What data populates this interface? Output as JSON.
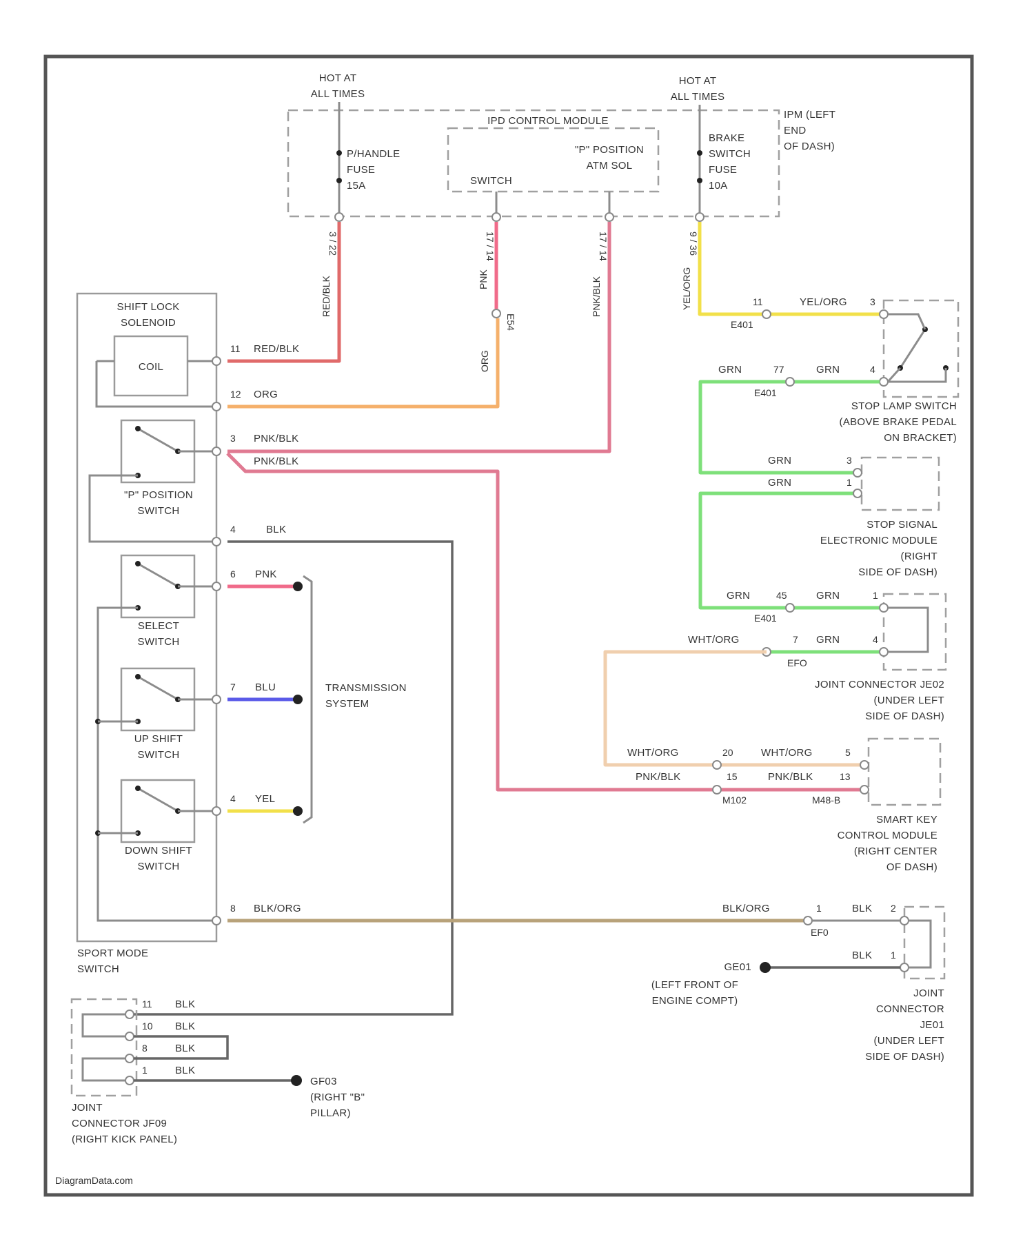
{
  "colors": {
    "red_blk": "#e06a6a",
    "pnk": "#f06b8a",
    "pnk_blk": "#e07a92",
    "org": "#f5b06b",
    "yel_org": "#f2e04a",
    "grn": "#7ee07a",
    "wht_org": "#f0cfae",
    "blu": "#5a5ae8",
    "blk": "#808080",
    "blk_org": "#b8a27a"
  },
  "power": {
    "hot_left": [
      "HOT AT",
      "ALL TIMES"
    ],
    "hot_right": [
      "HOT AT",
      "ALL TIMES"
    ],
    "ipdm_location": [
      "IPM (LEFT",
      "END",
      "OF DASH)"
    ]
  },
  "ipdm": {
    "title": "IPD CONTROL MODULE",
    "fuse_left": [
      "P/HANDLE",
      "FUSE",
      "15A"
    ],
    "switch_label": "SWITCH",
    "p_position_label": [
      "\"P\" POSITION",
      "ATM SOL"
    ],
    "fuse_right": [
      "BRAKE",
      "SWITCH",
      "FUSE",
      "10A"
    ],
    "pin_labels": [
      "3 / 22",
      "17 / 14",
      "17 / 14",
      "9 / 36"
    ],
    "wire_labels": [
      "RED/BLK",
      "PNK",
      "PNK/BLK",
      "YEL/ORG"
    ]
  },
  "shift_lock": {
    "title": [
      "SHIFT LOCK",
      "SOLENOID"
    ],
    "coil_label": "COIL",
    "org_label": "ORG",
    "conn_label": "E54"
  },
  "sport_mode": {
    "label": [
      "SPORT MODE",
      "SWITCH"
    ],
    "switches": [
      [
        "\"P\" POSITION",
        "SWITCH"
      ],
      [
        "SELECT",
        "SWITCH"
      ],
      [
        "UP SHIFT",
        "SWITCH"
      ],
      [
        "DOWN SHIFT",
        "SWITCH"
      ]
    ],
    "pins": [
      {
        "pin": "11",
        "wire": "RED/BLK"
      },
      {
        "pin": "12",
        "wire": "ORG"
      },
      {
        "pin": "3",
        "wire": "PNK/BLK"
      },
      {
        "pin": "",
        "wire": "PNK/BLK"
      },
      {
        "pin": "4",
        "wire": "BLK"
      },
      {
        "pin": "6",
        "wire": "PNK"
      },
      {
        "pin": "7",
        "wire": "BLU"
      },
      {
        "pin": "4",
        "wire": "YEL"
      },
      {
        "pin": "8",
        "wire": "BLK/ORG"
      }
    ]
  },
  "transmission": {
    "label": [
      "TRANSMISSION",
      "SYSTEM"
    ]
  },
  "stop_lamp": {
    "label": [
      "STOP LAMP SWITCH",
      "(ABOVE BRAKE PEDAL",
      "ON BRACKET)"
    ],
    "top_pin": "11",
    "top_wire": "YEL/ORG",
    "top_pin_r": "3",
    "top_conn": "E401",
    "grn_l": "GRN",
    "grn_pin": "77",
    "grn_r": "GRN",
    "grn_pin_r": "4",
    "grn_conn": "E401"
  },
  "stop_signal": {
    "label": [
      "STOP SIGNAL",
      "ELECTRONIC MODULE",
      "(RIGHT",
      "SIDE OF DASH)"
    ],
    "wires": [
      "GRN",
      "GRN"
    ],
    "pins": [
      "3",
      "1"
    ]
  },
  "joint_e02": {
    "label": [
      "JOINT CONNECTOR JE02",
      "(UNDER LEFT",
      "SIDE OF DASH)"
    ],
    "grn_l": "GRN",
    "grn_pin": "45",
    "grn_r": "GRN",
    "grn_pin_r": "1",
    "grn_conn": "E401",
    "wht": "WHT/ORG",
    "wht_pin": "7",
    "grn2": "GRN",
    "pin2": "4",
    "conn2": "EFO"
  },
  "smart_key": {
    "label": [
      "SMART KEY",
      "CONTROL MODULE",
      "(RIGHT CENTER",
      "OF DASH)"
    ],
    "row1": {
      "l": "WHT/ORG",
      "pin": "20",
      "r": "WHT/ORG",
      "pin_r": "5"
    },
    "row2": {
      "l": "PNK/BLK",
      "pin": "15",
      "r": "PNK/BLK",
      "pin_r": "13"
    },
    "conn": "M102",
    "r_conn": "M48-B"
  },
  "ground_joint": {
    "blk_org": "BLK/ORG",
    "blk_org_r": "BLK/ORG",
    "pin1": "1",
    "blk1": "BLK",
    "pin2": "2",
    "conn": "EF0",
    "blk2": "BLK",
    "pin3": "1",
    "ground": "GE01",
    "ground_label": [
      "(LEFT FRONT OF",
      "ENGINE COMPT)"
    ],
    "label": [
      "JOINT",
      "CONNECTOR",
      "JE01",
      "(UNDER LEFT",
      "SIDE OF DASH)"
    ]
  },
  "joint_left": {
    "rows": [
      {
        "pin": "11",
        "wire": "BLK"
      },
      {
        "pin": "10",
        "wire": "BLK"
      },
      {
        "pin": "8",
        "wire": "BLK"
      },
      {
        "pin": "1",
        "wire": "BLK"
      }
    ],
    "ground": "GF03",
    "ground_label": [
      "(RIGHT \"B\"",
      "PILLAR)"
    ],
    "label": [
      "JOINT",
      "CONNECTOR JF09",
      "(RIGHT KICK PANEL)"
    ]
  },
  "watermark": "DiagramData.com"
}
